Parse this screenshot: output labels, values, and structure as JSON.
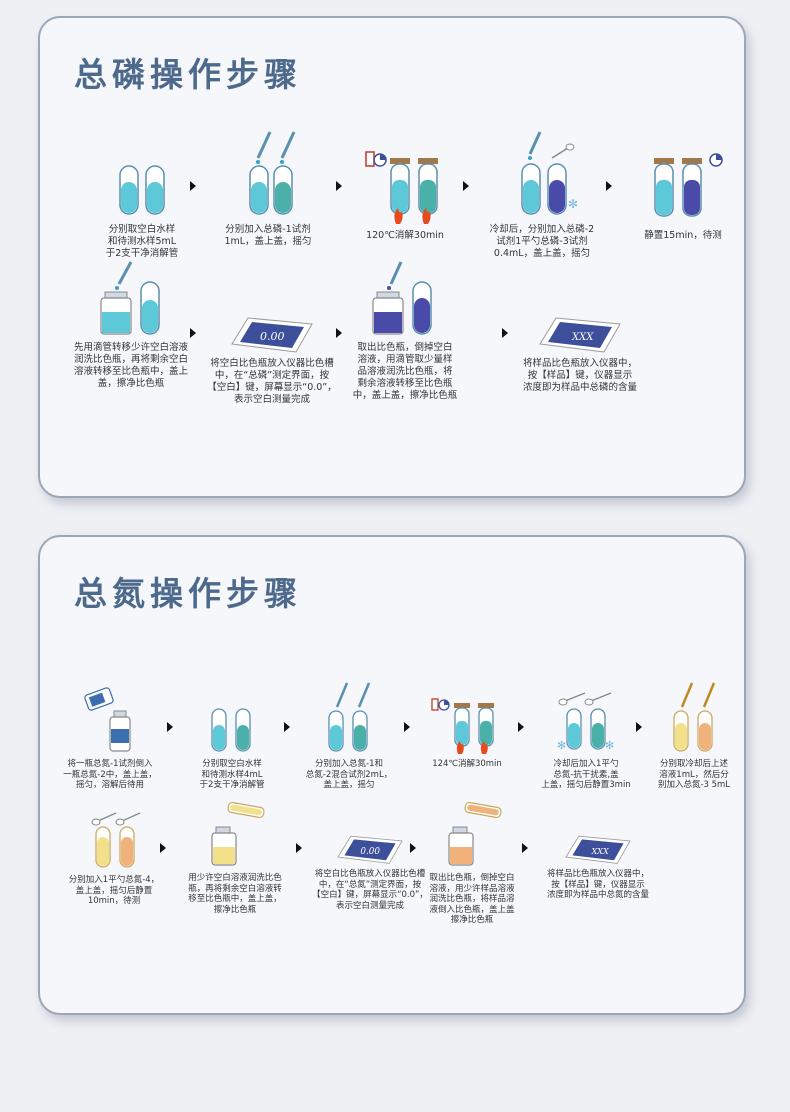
{
  "phosphorus": {
    "title": "总磷操作步骤",
    "steps": [
      "分别取空白水样\n和待测水样5mL\n于2支干净消解管",
      "分别加入总磷-1试剂\n1mL，盖上盖，摇匀",
      "120℃消解30min",
      "冷却后，分别加入总磷-2\n试剂1平勺总磷-3试剂\n0.4mL，盖上盖，摇匀",
      "静置15min，待测",
      "先用滴管转移少许空白溶液\n润洗比色瓶，再将剩余空白\n溶液转移至比色瓶中，盖上\n盖，擦净比色瓶",
      "将空白比色瓶放入仪器比色槽\n中，在“总磷”测定界面，按\n【空白】键，屏幕显示“0.0”，\n表示空白测量完成",
      "取出比色瓶，倒掉空白\n溶液，用滴管取少量样\n品溶液润洗比色瓶，将\n剩余溶液转移至比色瓶\n中，盖上盖，擦净比色瓶",
      "将样品比色瓶放入仪器中，\n按【样品】键，仪器显示\n浓度即为样品中总磷的含量"
    ],
    "display_blank": "0.00",
    "display_sample": "XXX"
  },
  "nitrogen": {
    "title": "总氮操作步骤",
    "steps": [
      "将一瓶总氮-1试剂倒入\n一瓶总氮-2中，盖上盖，\n摇匀，溶解后待用",
      "分别取空白水样\n和待测水样4mL\n于2支干净消解管",
      "分别加入总氮-1和\n总氮-2混合试剂2mL，\n盖上盖，摇匀",
      "124℃消解30min",
      "冷却后加入1平勺\n总氮-抗干扰素,盖\n上盖，摇匀后静置3min",
      "分别取冷却后上述\n溶液1mL，然后分\n别加入总氮-3 5mL",
      "分别加入1平勺总氮-4，\n盖上盖，摇匀后静置\n10min，待测",
      "用少许空白溶液润洗比色\n瓶，再将剩余空白溶液转\n移至比色瓶中，盖上盖，\n擦净比色瓶",
      "将空白比色瓶放入仪器比色槽\n中，在“总氮”测定界面，按\n【空白】键，屏幕显示“0.0”，\n表示空白测量完成",
      "取出比色瓶，倒掉空白\n溶液，用少许样品溶液\n润洗比色瓶，将样品溶\n液倒入比色瓶，盖上盖\n擦净比色瓶",
      "将样品比色瓶放入仪器中，\n按【样品】键，仪器显示\n浓度即为样品中总氮的含量"
    ],
    "display_blank": "0.00",
    "display_sample": "XXX"
  },
  "colors": {
    "title": "#4d6a8c",
    "liquid_blue": "#5cc8d8",
    "liquid_purple": "#4a4aa8",
    "liquid_yellow": "#f2e08a",
    "liquid_orange": "#f0b27a",
    "instrument": "#3d4f9a"
  }
}
